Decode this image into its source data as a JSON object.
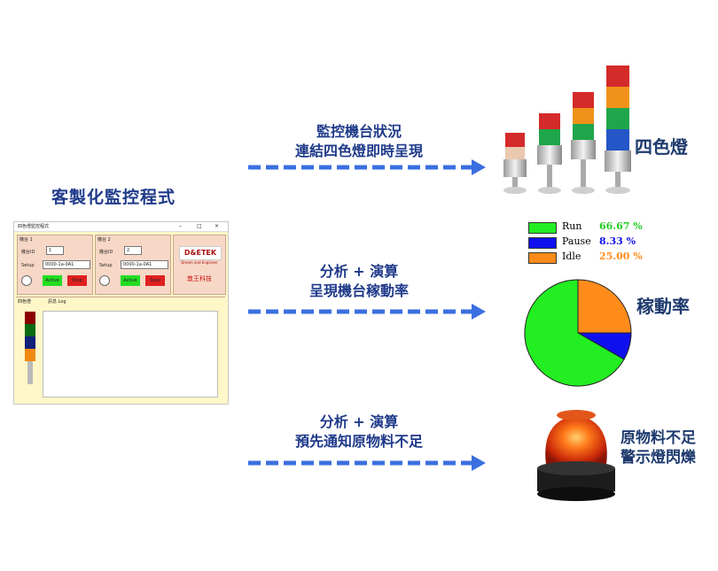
{
  "title": "客製化監控程式",
  "rows": [
    {
      "line1": "監控機台狀況",
      "line2": "連結四色燈即時呈現",
      "result": "四色燈"
    },
    {
      "line1": "分析 + 演算",
      "line2": "呈現機台稼動率",
      "result": "稼動率"
    },
    {
      "line1": "分析 + 演算",
      "line2": "預先通知原物料不足",
      "result_line1": "原物料不足",
      "result_line2": "警示燈閃爍"
    }
  ],
  "window": {
    "title": "四色燈監控程式",
    "minimize": "–",
    "maximize": "□",
    "close": "×",
    "panel1_label": "機台 1",
    "panel2_label": "機台 2",
    "machine_label": "機台ID",
    "machine1_id": "1",
    "machine2_id": "2",
    "setup_label": "Setup",
    "setup_value": "0000-1a-0A1",
    "btn_green": "Active",
    "btn_red": "Stop",
    "logo_text": "D&ETEK",
    "logo_sub": "Dream and Engineer",
    "company": "敦王科技",
    "lower_label1": "四色燈",
    "lower_label2": "訊息 Log"
  },
  "chart_data": {
    "type": "pie",
    "categories": [
      "Run",
      "Pause",
      "Idle"
    ],
    "values": [
      66.67,
      8.33,
      25.0
    ],
    "labels": [
      "66.67 %",
      "8.33 %",
      "25.00 %"
    ],
    "colors": [
      "#22ee22",
      "#1010ee",
      "#ff8c1a"
    ],
    "legend_placement": "top"
  },
  "colors": {
    "arrow": "#3b6fe0",
    "title": "#1f3a8a",
    "tower_red": "#e02424",
    "tower_orange": "#f0921a",
    "tower_green": "#1fa64a",
    "tower_blue": "#2456c8"
  }
}
